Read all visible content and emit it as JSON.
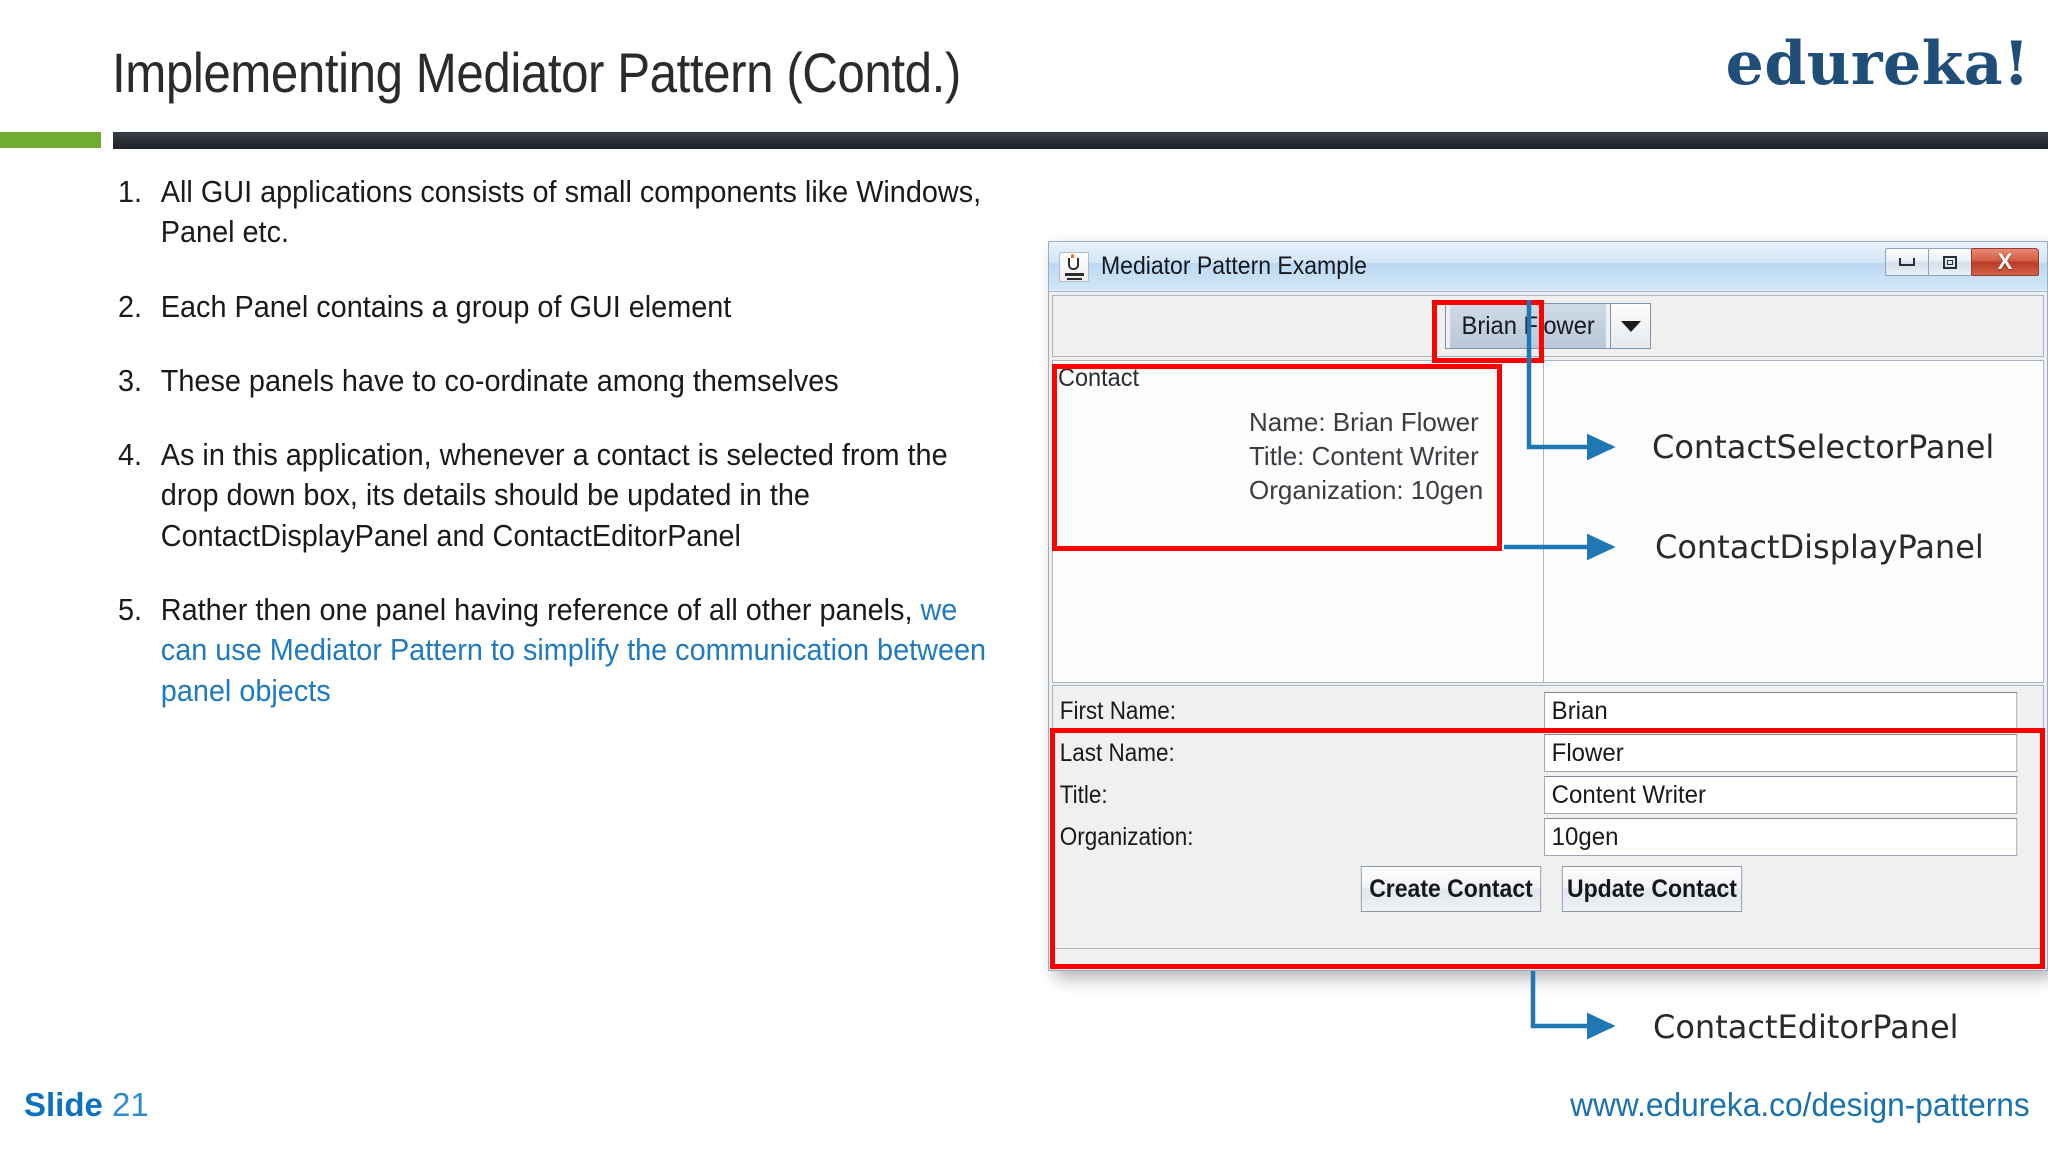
{
  "header": {
    "title": "Implementing Mediator Pattern (Contd.)",
    "logo": "edureka!",
    "green_bar_color": "#70ad2f",
    "dark_bar_color": "#2a2e35"
  },
  "bullets": [
    {
      "num": "1.",
      "text": "All GUI applications consists of small components like Windows, Panel etc."
    },
    {
      "num": "2.",
      "text": "Each Panel contains a group of GUI element"
    },
    {
      "num": "3.",
      "text": "These panels have to co-ordinate among themselves"
    },
    {
      "num": "4.",
      "text": "As in this application, whenever a contact is selected from the drop down box, its details should be updated in the ContactDisplayPanel and ContactEditorPanel"
    },
    {
      "num": "5.",
      "text": "Rather then one panel having reference of all other panels, ",
      "highlight": "we can use Mediator Pattern to simplify the communication between panel objects",
      "highlight_color": "#1f7ac0"
    }
  ],
  "app_window": {
    "title": "Mediator Pattern Example",
    "icon": "java-coffee-cup-icon",
    "controls": {
      "minimize": "minimize-icon",
      "maximize": "maximize-icon",
      "close": "X"
    },
    "selector_panel": {
      "combo_value": "Brian Flower",
      "combo_arrow": "chevron-down-icon"
    },
    "display_panel": {
      "border_label": "Contact",
      "lines": [
        "Name: Brian Flower",
        "Title: Content Writer",
        "Organization: 10gen"
      ]
    },
    "editor_panel": {
      "fields": [
        {
          "label": "First Name:",
          "value": "Brian"
        },
        {
          "label": "Last Name:",
          "value": "Flower"
        },
        {
          "label": "Title:",
          "value": "Content Writer"
        },
        {
          "label": "Organization:",
          "value": "10gen"
        }
      ],
      "buttons": [
        {
          "label": "Create Contact"
        },
        {
          "label": "Update Contact"
        }
      ]
    }
  },
  "annotations": {
    "highlight_color": "#ff0000",
    "arrow_color": "#1f78b4",
    "labels": [
      {
        "text": "ContactSelectorPanel"
      },
      {
        "text": "ContactDisplayPanel"
      },
      {
        "text": "ContactEditorPanel"
      }
    ]
  },
  "footer": {
    "slide_word": "Slide",
    "slide_number": "21",
    "url": "www.edureka.co/design-patterns"
  }
}
